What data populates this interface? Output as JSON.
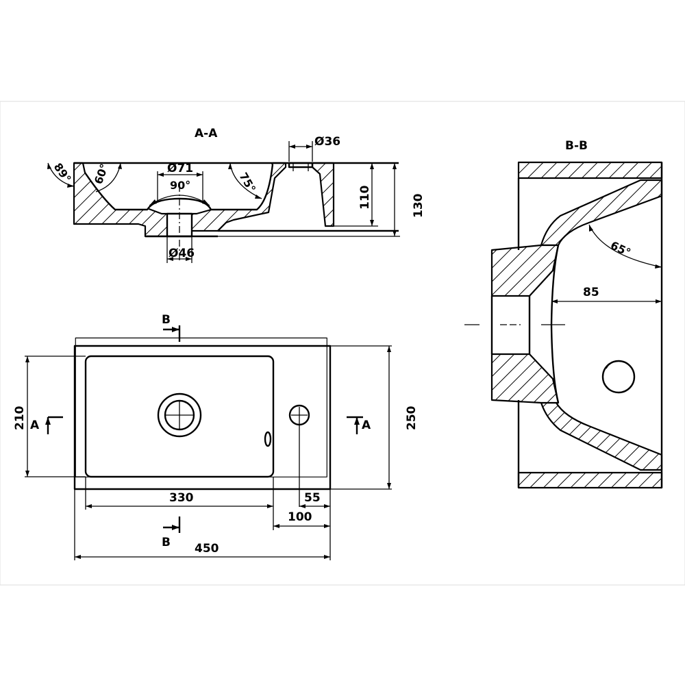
{
  "section_aa": {
    "title": "A-A",
    "dims": {
      "drain_top_diameter": "Ø71",
      "drain_bottom_diameter": "Ø46",
      "tap_hole_diameter": "Ø36",
      "height_inner": "110",
      "height_total": "130",
      "angle_outer_left": "89°",
      "angle_inner_left": "60°",
      "angle_drain": "90°",
      "angle_right": "75°"
    }
  },
  "section_bb": {
    "title": "B-B",
    "dims": {
      "angle": "65°",
      "depth": "85"
    }
  },
  "plan_view": {
    "section_marker_a": "A",
    "section_marker_b": "B",
    "dims": {
      "inner_width": "330",
      "overall_width": "450",
      "tap_offset_edge": "55",
      "bowl_to_edge": "100",
      "inner_depth": "210",
      "overall_depth": "250"
    }
  }
}
